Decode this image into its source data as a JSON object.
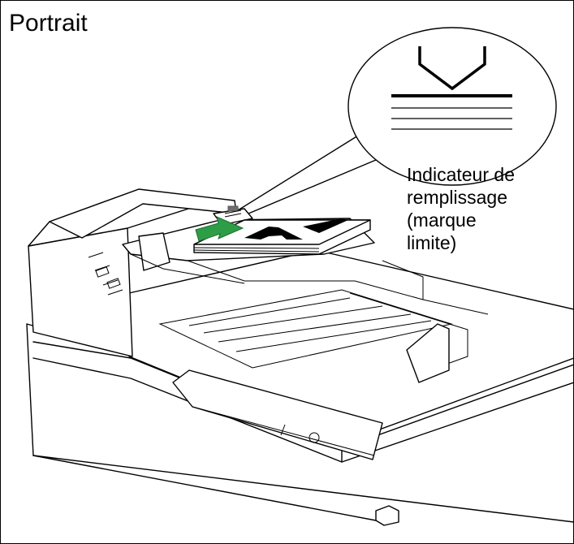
{
  "figure": {
    "title": "Portrait",
    "callout_lines": [
      "Indicateur de",
      "remplissage",
      "(marque",
      "limite)"
    ],
    "colors": {
      "arrow": "#2e9d47",
      "line": "#000000",
      "background": "#ffffff",
      "glyph": "#555555"
    },
    "icons": [
      "fill-limit-mark-icon",
      "insert-direction-arrow-icon",
      "scanner-drawing"
    ]
  }
}
